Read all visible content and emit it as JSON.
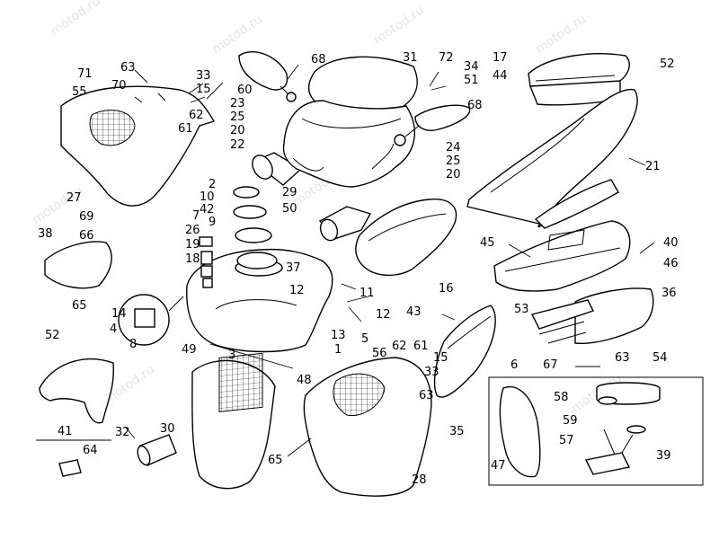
{
  "watermark": {
    "text": "motod.ru"
  },
  "callouts": {
    "c1": "1",
    "c2": "2",
    "c3": "3",
    "c4": "4",
    "c5": "5",
    "c6": "6",
    "c7": "7",
    "c8": "8",
    "c9": "9",
    "c10": "10",
    "c11": "11",
    "c12a": "12",
    "c12b": "12",
    "c13": "13",
    "c14": "14",
    "c15a": "15",
    "c15b": "15",
    "c16": "16",
    "c17": "17",
    "c18": "18",
    "c19": "19",
    "c20a": "20",
    "c20b": "20",
    "c21": "21",
    "c22": "22",
    "c23": "23",
    "c24": "24",
    "c25a": "25",
    "c25b": "25",
    "c26": "26",
    "c27": "27",
    "c28": "28",
    "c29": "29",
    "c30": "30",
    "c31": "31",
    "c32": "32",
    "c33a": "33",
    "c33b": "33",
    "c34": "34",
    "c35": "35",
    "c36": "36",
    "c37": "37",
    "c38": "38",
    "c39": "39",
    "c40": "40",
    "c41": "41",
    "c42": "42",
    "c43": "43",
    "c44": "44",
    "c45": "45",
    "c46": "46",
    "c47": "47",
    "c48": "48",
    "c49": "49",
    "c50": "50",
    "c51": "51",
    "c52a": "52",
    "c52b": "52",
    "c53": "53",
    "c54": "54",
    "c55": "55",
    "c56": "56",
    "c57": "57",
    "c58": "58",
    "c59": "59",
    "c60": "60",
    "c61a": "61",
    "c61b": "61",
    "c62a": "62",
    "c62b": "62",
    "c63a": "63",
    "c63b": "63",
    "c63c": "63",
    "c64": "64",
    "c65a": "65",
    "c65b": "65",
    "c66": "66",
    "c67": "67",
    "c68a": "68",
    "c68b": "68",
    "c69": "69",
    "c70": "70",
    "c71": "71",
    "c72": "72"
  }
}
